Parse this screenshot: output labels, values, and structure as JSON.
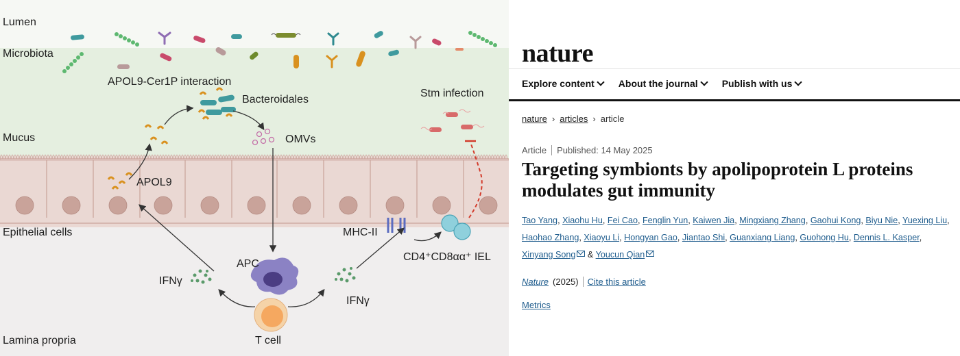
{
  "diagram": {
    "labels": {
      "lumen": "Lumen",
      "microbiota": "Microbiota",
      "interaction": "APOL9-Cer1P interaction",
      "bacteroidales": "Bacteroidales",
      "stm": "Stm infection",
      "mucus": "Mucus",
      "omvs": "OMVs",
      "apol9": "APOL9",
      "epithelial": "Epithelial cells",
      "mhc": "MHC-II",
      "iel": "CD4⁺CD8αα⁺ IEL",
      "apc": "APC",
      "ifng_left": "IFNγ",
      "ifng_right": "IFNγ",
      "lamina": "Lamina propria",
      "tcell": "T cell"
    },
    "colors": {
      "lumen_bg": "#f6f8f4",
      "mucus_bg": "#e5efe0",
      "cell_fill": "#ead8d3",
      "nucleus": "#c9a39a",
      "lamina_bg": "#f0eeee",
      "apc": "#8b82c4",
      "tcell": "#f5c08c",
      "inhibit": "#d33b2b"
    }
  },
  "journal": {
    "brand": "nature",
    "nav": [
      "Explore content",
      "About the journal",
      "Publish with us"
    ],
    "breadcrumb": [
      "nature",
      "articles",
      "article"
    ],
    "article_type": "Article",
    "published": "Published: 14 May 2025",
    "title": "Targeting symbionts by apolipoprotein L proteins modulates gut immunity",
    "authors": [
      "Tao Yang",
      "Xiaohu Hu",
      "Fei Cao",
      "Fenglin Yun",
      "Kaiwen Jia",
      "Mingxiang Zhang",
      "Gaohui Kong",
      "Biyu Nie",
      "Yuexing Liu",
      "Haohao Zhang",
      "Xiaoyu Li",
      "Hongyan Gao",
      "Jiantao Shi",
      "Guanxiang Liang",
      "Guohong Hu",
      "Dennis L. Kasper",
      "Xinyang Song",
      "Youcun Qian"
    ],
    "journal_name": "Nature",
    "year": "(2025)",
    "cite_label": "Cite this article",
    "metrics_label": "Metrics",
    "colors": {
      "link": "#1d5b8c",
      "text": "#111111"
    }
  }
}
